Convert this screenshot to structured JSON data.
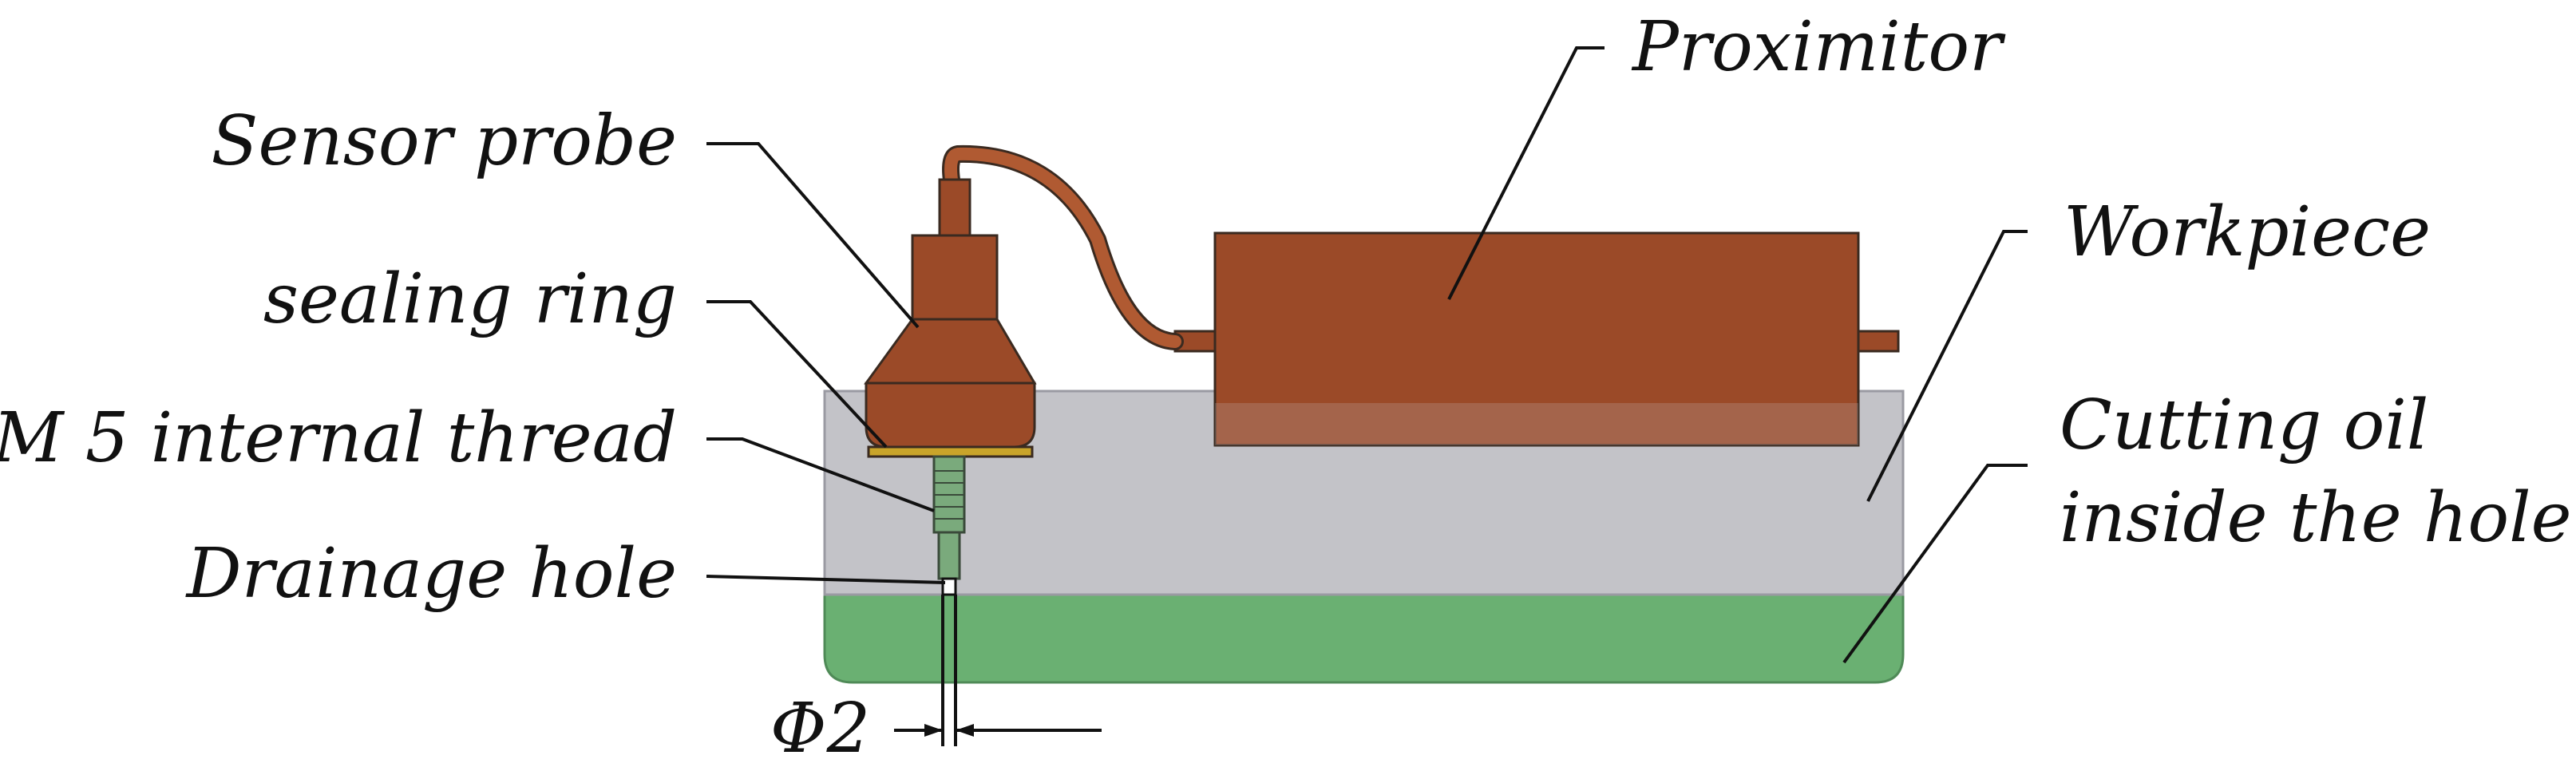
{
  "labels": {
    "proximitor": "Proximitor",
    "sensor_probe": "Sensor probe",
    "sealing_ring": "sealing ring",
    "thread": "M 5 internal thread",
    "workpiece": "Workpiece",
    "cutting_oil_line1": "Cutting oil",
    "cutting_oil_line2": "inside the hole",
    "drainage_hole": "Drainage hole",
    "diameter": "Φ2"
  },
  "colors": {
    "copper": "#9b4a28",
    "copper_dark": "#8a3f22",
    "workpiece": "#c3c3c8",
    "cutting_oil": "#6ab072",
    "sealing_ring": "#c9a42a",
    "thread": "#7aaa7c"
  }
}
